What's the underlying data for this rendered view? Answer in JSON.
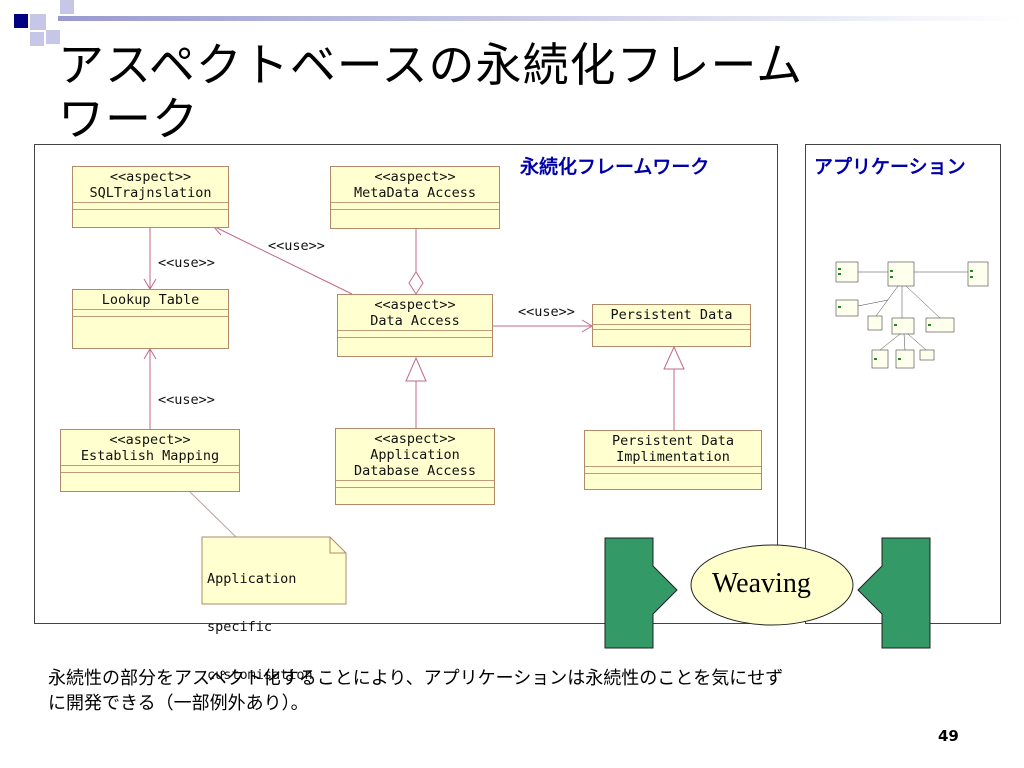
{
  "title": {
    "line1": "アスペクトベースの永続化フレーム",
    "line2": "ワーク"
  },
  "framework_frame": {
    "label": "永続化フレームワーク"
  },
  "application_frame": {
    "label": "アプリケーション"
  },
  "classes": {
    "sql": {
      "stereotype": "<<aspect>>",
      "name": "SQLTrajnslation"
    },
    "metadata": {
      "stereotype": "<<aspect>>",
      "name": "MetaData Access"
    },
    "lookup": {
      "name": "Lookup Table"
    },
    "dataaccess": {
      "stereotype": "<<aspect>>",
      "name": "Data Access"
    },
    "persistent": {
      "name": "Persistent Data"
    },
    "establish": {
      "stereotype": "<<aspect>>",
      "name": "Establish Mapping"
    },
    "appdb": {
      "stereotype": "<<aspect>>",
      "line1": "Application",
      "line2": "Database Access"
    },
    "impl": {
      "line1": "Persistent Data",
      "line2": "Implimentation"
    }
  },
  "labels": {
    "use1": "<<use>>",
    "use2": "<<use>>",
    "use3": "<<use>>",
    "use4": "<<use>>"
  },
  "note": {
    "line1": "Application",
    "line2": "specific",
    "line3": "customisation"
  },
  "weaving": {
    "label": "Weaving",
    "arrow_color": "#339966",
    "ellipse_color": "#ffffcc"
  },
  "description": {
    "line1": "永続性の部分をアスペクト化することにより、アプリケーションは永続性のことを気にせず",
    "line2": "に開発できる（一部例外あり）。"
  },
  "page_number": "49",
  "colors": {
    "frame_label": "#0000aa",
    "class_fill": "#ffffd0",
    "accent_square": "#000080",
    "light_square": "#c6c6e8"
  }
}
